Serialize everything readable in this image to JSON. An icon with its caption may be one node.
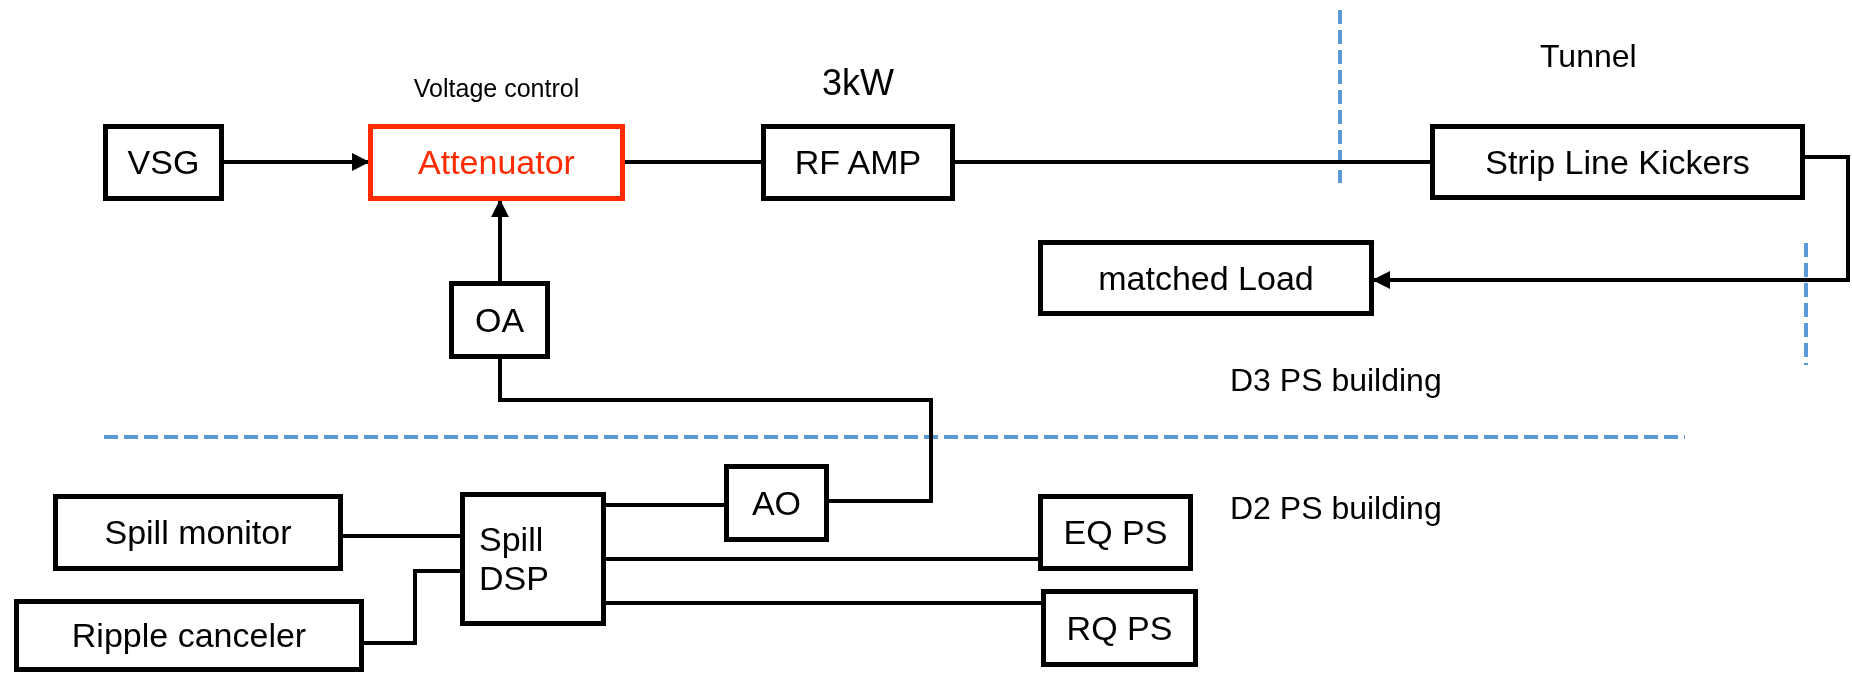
{
  "diagram": {
    "nodes": [
      {
        "text": [
          "VSG"
        ]
      },
      {
        "text": [
          "Attenuator"
        ],
        "beside": [
          "Voltage control"
        ]
      },
      {
        "text": [
          "RF AMP"
        ],
        "beside": [
          "3kW"
        ]
      },
      {
        "text": [
          "Strip Line Kickers"
        ]
      },
      {
        "text": [
          "matched Load"
        ]
      },
      {
        "text": [
          "OA"
        ]
      },
      {
        "text": [
          "AO"
        ]
      },
      {
        "text": [
          "Spill monitor"
        ]
      },
      {
        "text": [
          "Spill DSP"
        ]
      },
      {
        "text": [
          "EQ PS"
        ]
      },
      {
        "text": [
          "Ripple canceler"
        ]
      },
      {
        "text": [
          "RQ PS"
        ]
      }
    ],
    "edges": [
      {
        "from": 0,
        "to": 1,
        "arrow": "to"
      },
      {
        "from": 1,
        "to": 2,
        "arrow": "none"
      },
      {
        "from": 2,
        "to": 3,
        "arrow": "none"
      },
      {
        "from": 3,
        "to": 4,
        "arrow": "to"
      },
      {
        "from": 5,
        "to": 1,
        "arrow": "to"
      },
      {
        "from": 5,
        "to": 6,
        "arrow": "none"
      },
      {
        "from": 8,
        "to": 6,
        "arrow": "none"
      },
      {
        "from": 7,
        "to": 8,
        "arrow": "none"
      },
      {
        "from": 10,
        "to": 8,
        "arrow": "none"
      },
      {
        "from": 8,
        "to": 9,
        "arrow": "none"
      },
      {
        "from": 8,
        "to": 11,
        "arrow": "none"
      }
    ],
    "labels": [
      "Tunnel",
      "D3 PS building",
      "D2 PS building"
    ]
  }
}
